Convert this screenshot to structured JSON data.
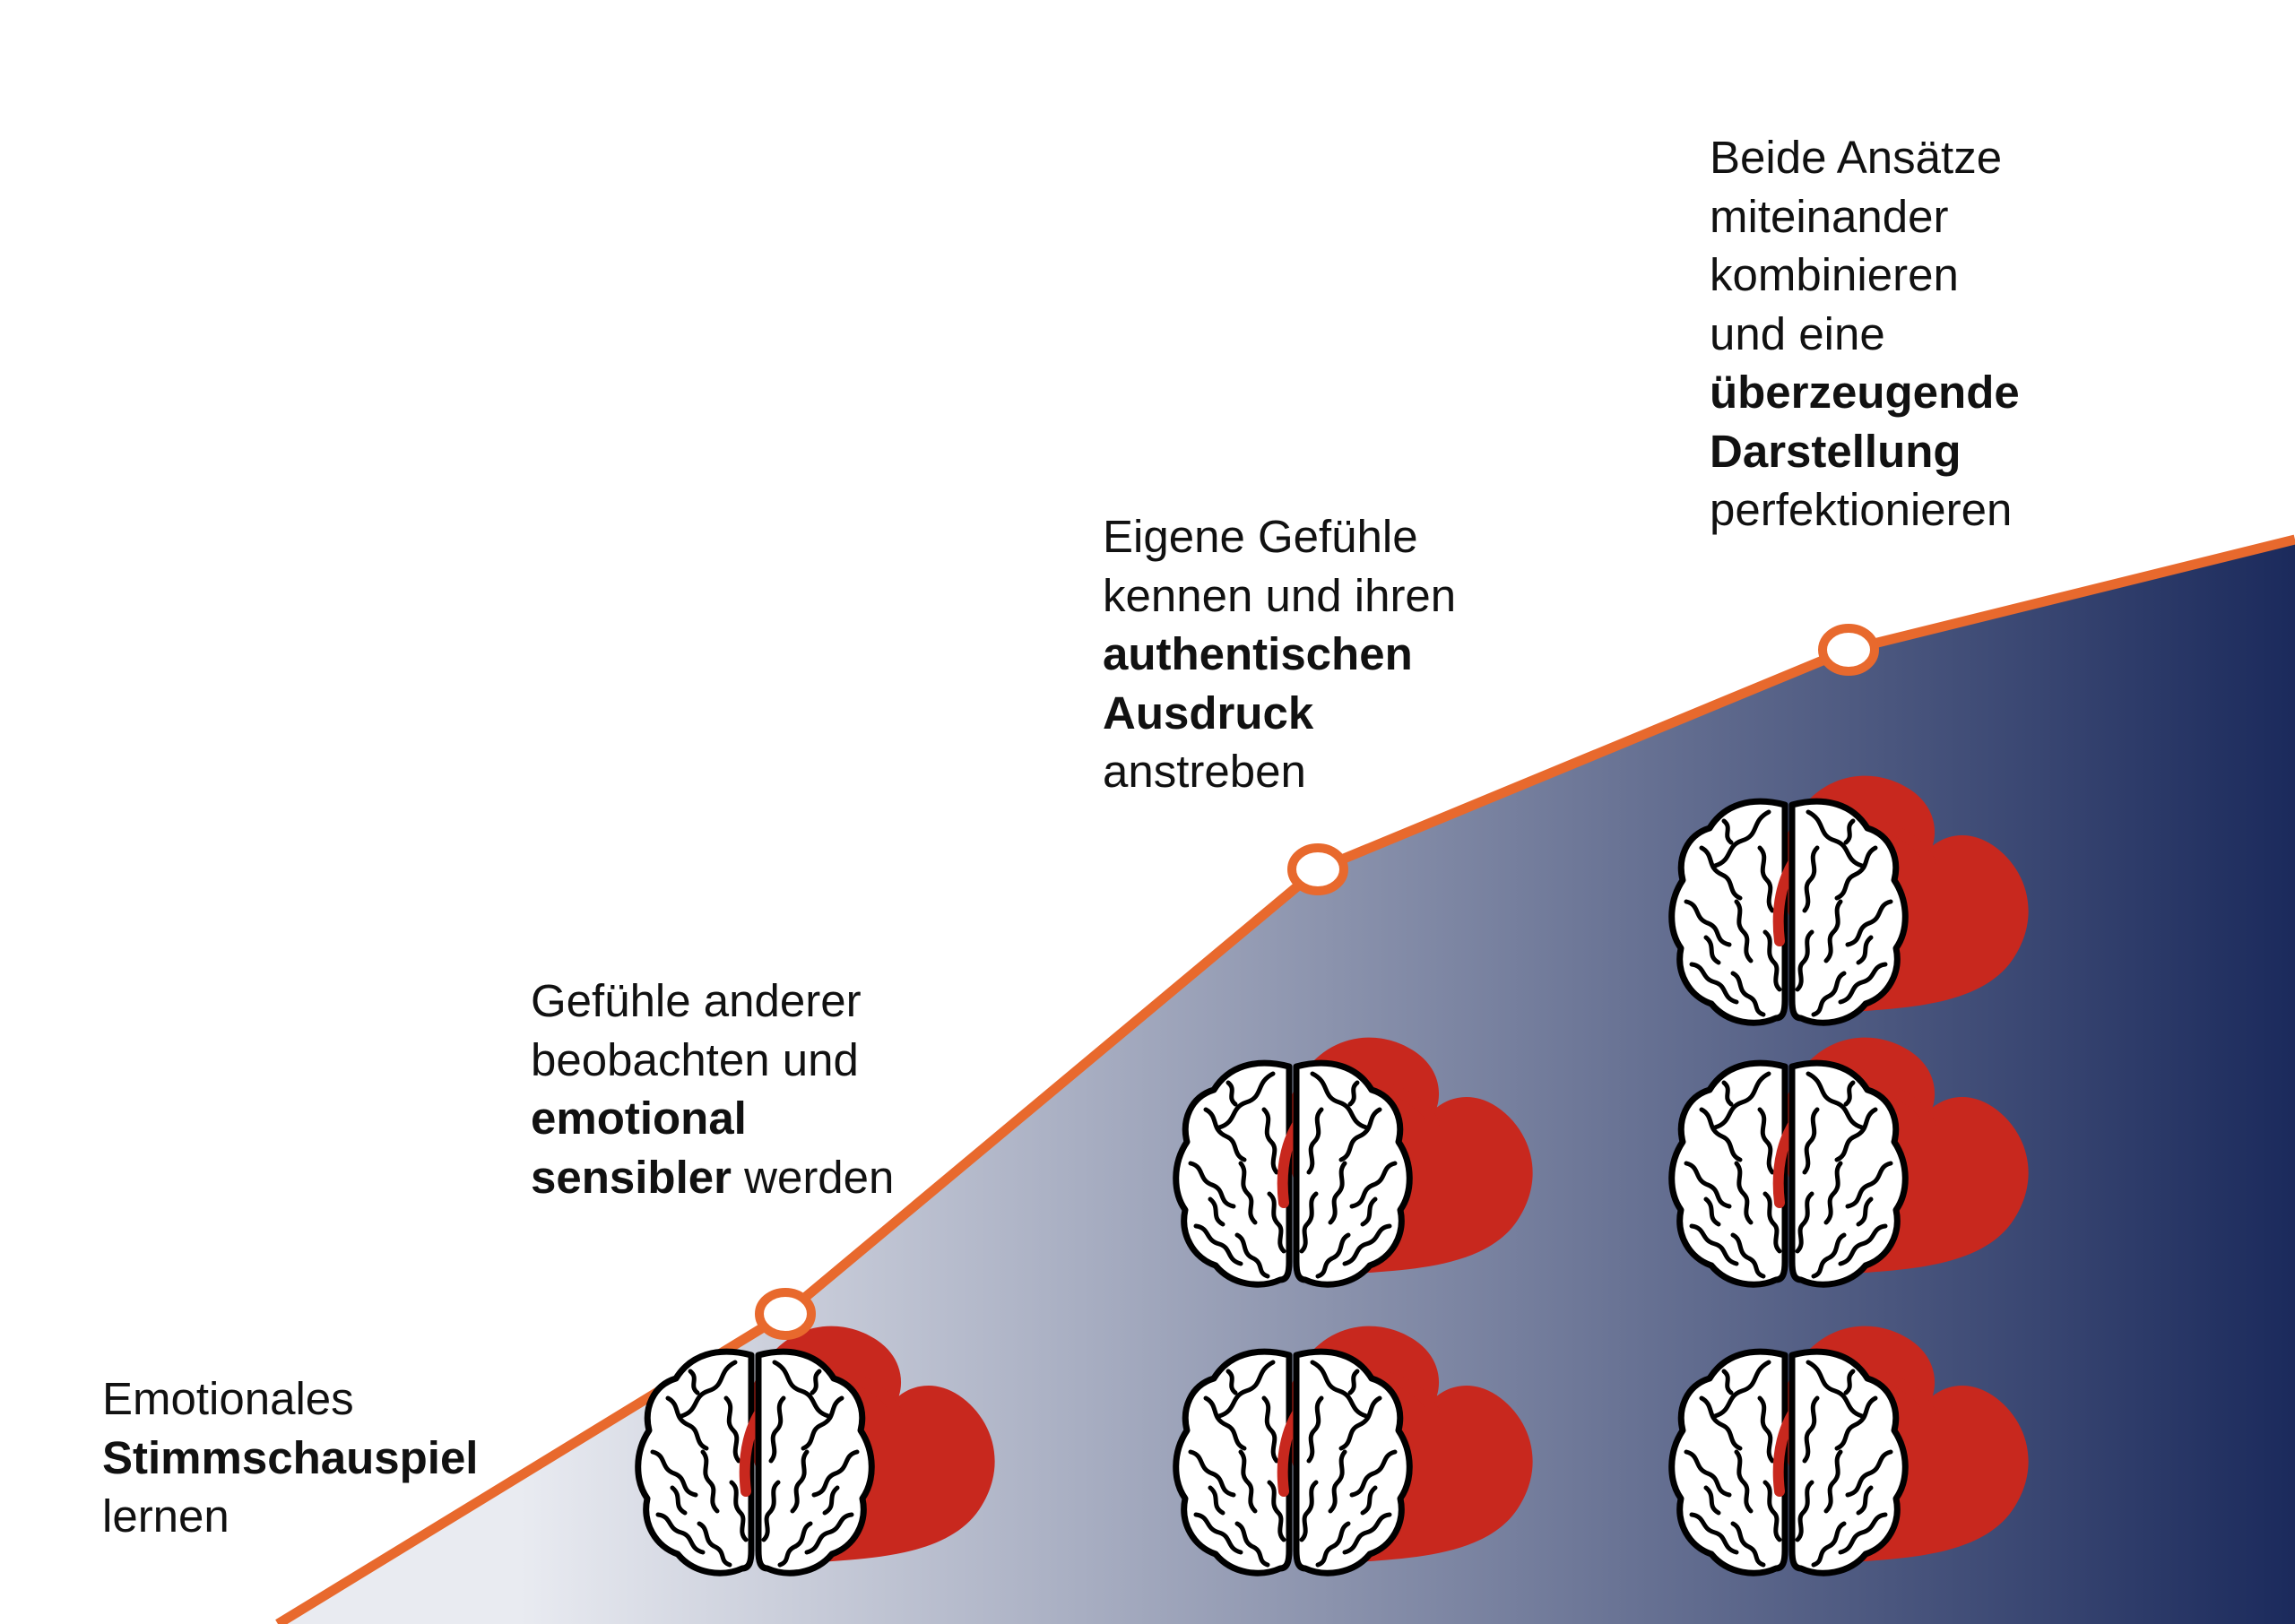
{
  "colors": {
    "curve": "#e8692d",
    "gradient_start": "#e9ebf1",
    "gradient_end": "#1b2a5c",
    "heart": "#c8281e",
    "brain_outline": "#000000",
    "brain_fill": "#ffffff",
    "milestone_fill": "#ffffff"
  },
  "icon": "brain-heart-icon",
  "steps": [
    {
      "icon_count": 1,
      "lines": [
        [
          {
            "text": "Emotionales",
            "bold": false
          }
        ],
        [
          {
            "text": "Stimmschauspiel",
            "bold": true
          }
        ],
        [
          {
            "text": "lernen",
            "bold": false
          }
        ]
      ]
    },
    {
      "icon_count": 1,
      "lines": [
        [
          {
            "text": "Gefühle anderer",
            "bold": false
          }
        ],
        [
          {
            "text": "beobachten und",
            "bold": false
          }
        ],
        [
          {
            "text": "emotional",
            "bold": true
          }
        ],
        [
          {
            "text": "sensibler",
            "bold": true
          },
          {
            "text": " werden",
            "bold": false
          }
        ]
      ]
    },
    {
      "icon_count": 2,
      "lines": [
        [
          {
            "text": "Eigene Gefühle",
            "bold": false
          }
        ],
        [
          {
            "text": "kennen und ihren",
            "bold": false
          }
        ],
        [
          {
            "text": "authentischen",
            "bold": true
          }
        ],
        [
          {
            "text": "Ausdruck",
            "bold": true
          }
        ],
        [
          {
            "text": "anstreben",
            "bold": false
          }
        ]
      ]
    },
    {
      "icon_count": 3,
      "lines": [
        [
          {
            "text": "Beide Ansätze",
            "bold": false
          }
        ],
        [
          {
            "text": "miteinander",
            "bold": false
          }
        ],
        [
          {
            "text": "kombinieren",
            "bold": false
          }
        ],
        [
          {
            "text": "und eine",
            "bold": false
          }
        ],
        [
          {
            "text": "überzeugende",
            "bold": true
          }
        ],
        [
          {
            "text": "Darstellung",
            "bold": true
          }
        ],
        [
          {
            "text": "perfektionieren",
            "bold": false
          }
        ]
      ]
    }
  ]
}
